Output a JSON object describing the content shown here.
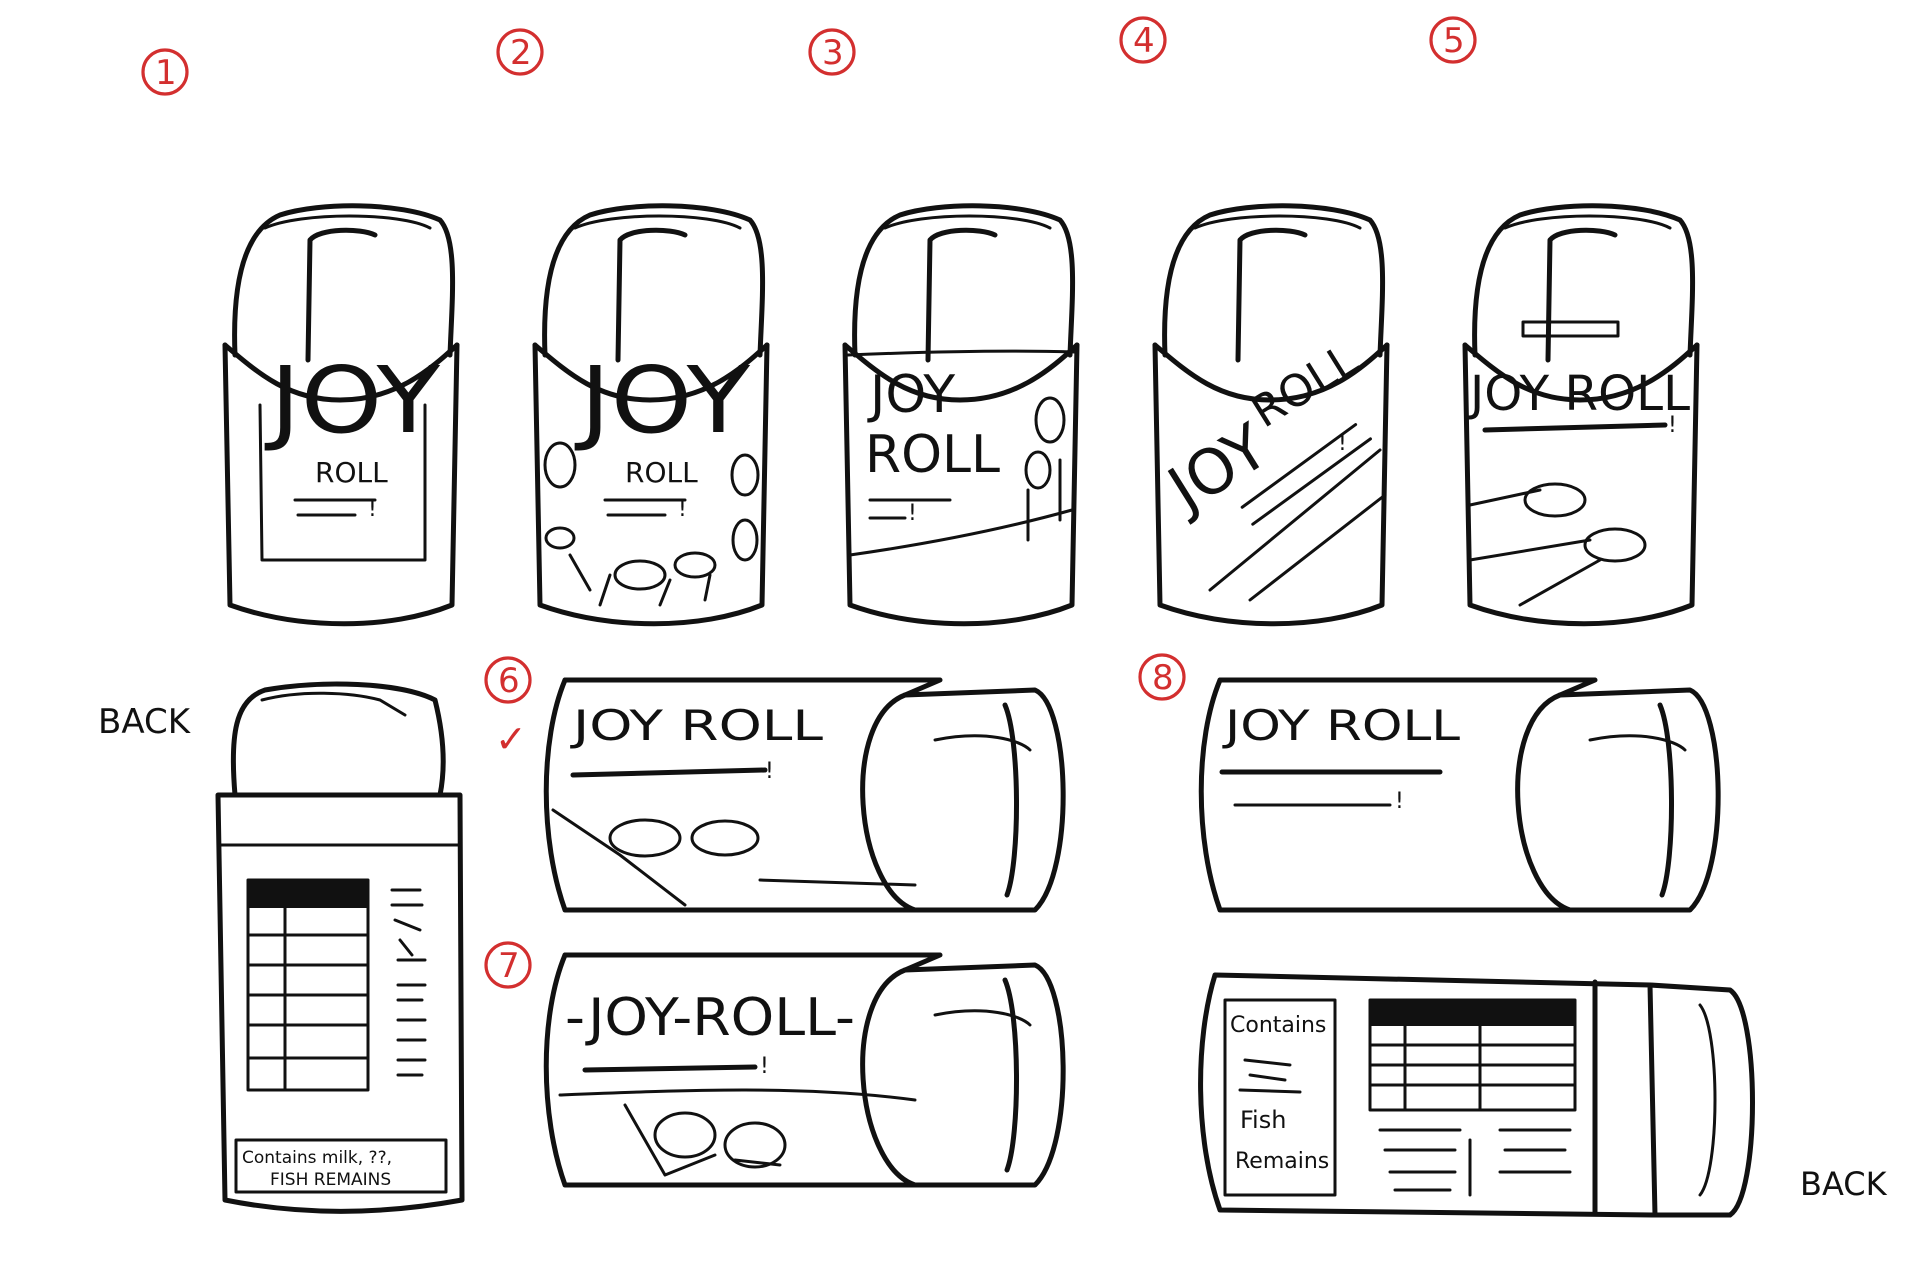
{
  "brand": {
    "joy": "JOY",
    "roll": "ROLL",
    "joy_roll": "JOY ROLL",
    "joy_roll_dashed": "-JOY-ROLL-",
    "tagline_mark": "!"
  },
  "sketches": {
    "numbers": [
      "1",
      "2",
      "3",
      "4",
      "5",
      "6",
      "7",
      "8"
    ],
    "selected_mark": "✓",
    "back_label": "BACK",
    "back_vertical_note_line1": "Contains milk, ??,",
    "back_vertical_note_line2": "FISH REMAINS",
    "back_horizontal_note_line1": "Contains",
    "back_horizontal_note_line2": "Fish",
    "back_horizontal_note_line3": "Remains"
  },
  "colors": {
    "ink": "#111111",
    "annotation": "#d32f2f",
    "paper": "#ffffff"
  }
}
